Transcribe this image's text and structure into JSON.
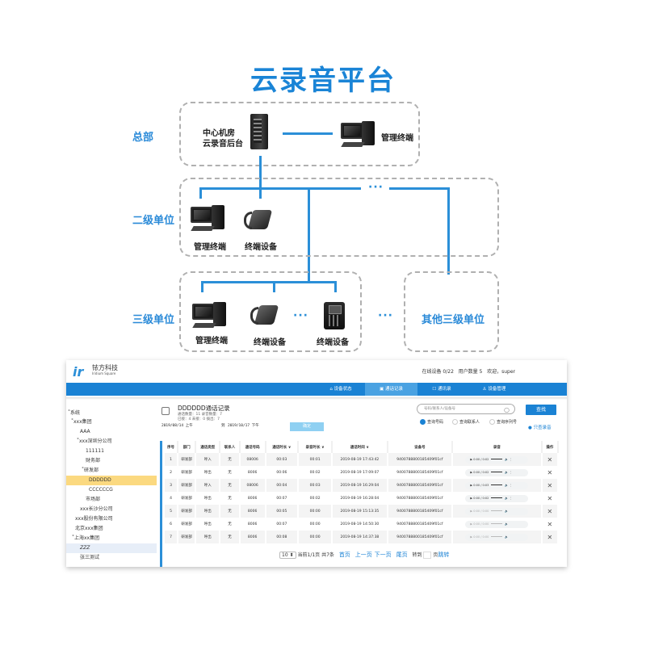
{
  "diagram": {
    "title": "云录音平台",
    "levels": {
      "hq": {
        "label": "总部",
        "center_label_1": "中心机房",
        "center_label_2": "云录音后台",
        "terminal_label": "管理终端"
      },
      "level2": {
        "label": "二级单位",
        "mgmt_label": "管理终端",
        "device_label": "终端设备",
        "more": "···"
      },
      "level3": {
        "label": "三级单位",
        "mgmt_label": "管理终端",
        "device1_label": "终端设备",
        "device2_label": "终端设备",
        "more": "···",
        "between_more": "···"
      },
      "other": {
        "label": "其他三级单位"
      }
    },
    "colors": {
      "accent": "#1a84d6",
      "line": "#2b8fd8",
      "dashed_border": "#b0b0b0"
    }
  },
  "app": {
    "logo": {
      "mark": "ir",
      "name_cn": "铱方科技",
      "name_en": "Iridium Square"
    },
    "header_info": {
      "online": "在线设备 0/22",
      "users": "用户数量 5",
      "welcome": "欢迎，super"
    },
    "nav": [
      {
        "icon": "home-icon",
        "glyph": "⌂",
        "label": "设备状态"
      },
      {
        "icon": "call-record-icon",
        "glyph": "▣",
        "label": "通话记录",
        "active": true
      },
      {
        "icon": "contacts-icon",
        "glyph": "☐",
        "label": "通讯录"
      },
      {
        "icon": "device-manage-icon",
        "glyph": "♙",
        "label": "设备管理"
      }
    ],
    "tree": [
      {
        "label": "˚系统",
        "indent": 0
      },
      {
        "label": "˚xxx集团",
        "indent": 1
      },
      {
        "label": "AAA",
        "indent": 2
      },
      {
        "label": "˚xxx深圳分公司",
        "indent": 2
      },
      {
        "label": "111111",
        "indent": 3
      },
      {
        "label": "财务部",
        "indent": 3
      },
      {
        "label": "˚研发部",
        "indent": 3
      },
      {
        "label": "DDDDDD",
        "indent": 4,
        "selected": true
      },
      {
        "label": "CCCCCCG",
        "indent": 4
      },
      {
        "label": "市场部",
        "indent": 3
      },
      {
        "label": "xxx长沙分公司",
        "indent": 2
      },
      {
        "label": "xxx股份有限公司",
        "indent": 1
      },
      {
        "label": "北京xxx集团",
        "indent": 1
      },
      {
        "label": "˚上海xx集团",
        "indent": 1
      },
      {
        "label": "ZZZ",
        "indent": 2,
        "hover": true
      },
      {
        "label": "张三测试",
        "indent": 2
      }
    ],
    "record": {
      "title": "DDDDDD通话记录",
      "stats_line1": "通话数量：11  录音数量：7",
      "stats_line2": "已接：4     未接：0   拨出：7",
      "date_from": "2019/08/14  上午",
      "date_to_label": "到",
      "date_to": "2019/10/17  下午",
      "ok_label": "确定"
    },
    "search": {
      "placeholder": "号码/联系人/设备号",
      "button": "查找",
      "radios": [
        {
          "label": "查询号码",
          "checked": true
        },
        {
          "label": "查询联系人",
          "checked": false
        },
        {
          "label": "查询序列号",
          "checked": false
        }
      ],
      "only_recordings": "只查录音"
    },
    "table": {
      "headers": [
        "序号",
        "部门",
        "通话类型",
        "联系人",
        "通话号码",
        "通话时长 ∨",
        "录音时长 ∨",
        "通话时间 ∨",
        "设备号",
        "录音",
        "操作"
      ],
      "rows": [
        {
          "no": "1",
          "dept": "研发部",
          "type": "呼入",
          "contact": "无",
          "number": "0800б",
          "duration": "00:03",
          "rec_dur": "00:01",
          "time": "2019-08-19 17:43:42",
          "device": "9400788800185409f01cf",
          "player": "0:00 / 0:02",
          "playable": true
        },
        {
          "no": "2",
          "dept": "研发部",
          "type": "呼出",
          "contact": "无",
          "number": "8006",
          "duration": "00:06",
          "rec_dur": "00:02",
          "time": "2019-08-19 17:09:07",
          "device": "9400788800185409f01cf",
          "player": "0:00 / 0:02",
          "playable": true
        },
        {
          "no": "3",
          "dept": "研发部",
          "type": "呼入",
          "contact": "无",
          "number": "08006",
          "duration": "00:04",
          "rec_dur": "00:03",
          "time": "2019-08-19 16:29:04",
          "device": "9400788800185409f01cf",
          "player": "0:00 / 0:03",
          "playable": true
        },
        {
          "no": "4",
          "dept": "研发部",
          "type": "呼出",
          "contact": "无",
          "number": "8006",
          "duration": "00:07",
          "rec_dur": "00:02",
          "time": "2019-08-19 16:28:04",
          "device": "9400788800185409f01cf",
          "player": "0:00 / 0:02",
          "playable": true
        },
        {
          "no": "5",
          "dept": "研发部",
          "type": "呼出",
          "contact": "无",
          "number": "8006",
          "duration": "00:05",
          "rec_dur": "00:00",
          "time": "2019-08-19 15:13:35",
          "device": "9400788800185409f01cf",
          "player": "0:00 / 0:00",
          "playable": false
        },
        {
          "no": "6",
          "dept": "研发部",
          "type": "呼出",
          "contact": "无",
          "number": "8006",
          "duration": "00:07",
          "rec_dur": "00:00",
          "time": "2019-08-19 14:50:30",
          "device": "9400788800185409f01cf",
          "player": "0:00 / 0:00",
          "playable": false
        },
        {
          "no": "7",
          "dept": "研发部",
          "type": "呼出",
          "contact": "无",
          "number": "8006",
          "duration": "00:08",
          "rec_dur": "00:00",
          "time": "2019-08-19 14:37:38",
          "device": "9400788800185409f01cf",
          "player": "0:00 / 0:00",
          "playable": false
        }
      ]
    },
    "pager": {
      "page_size": "10 ⬍",
      "info": "当前1/1页 共7条",
      "first": "首页",
      "prev": "上一页",
      "next": "下一页",
      "last": "尾页",
      "goto_label": "转到",
      "page_unit": "页",
      "jump": "跳转"
    },
    "colors": {
      "primary": "#1a82d4",
      "nav_active": "#4aa2e2",
      "selected_tree": "#fbd980",
      "confirm_btn": "#8fd0f2"
    }
  }
}
